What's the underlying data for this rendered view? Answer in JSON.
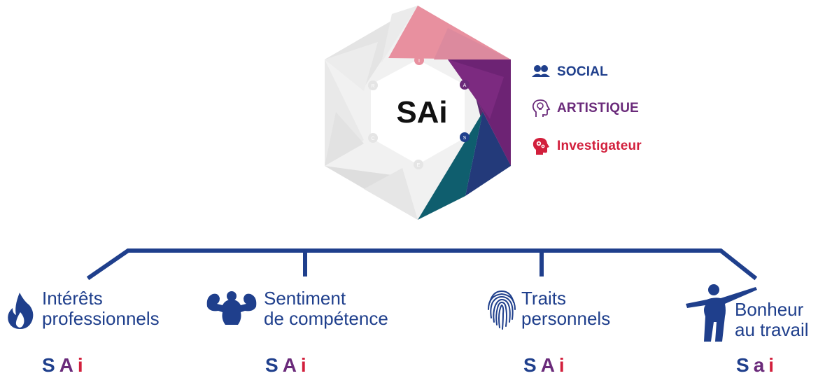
{
  "hexagon": {
    "center_label": "SAi",
    "node_labels": [
      "I",
      "A",
      "S",
      "E",
      "C",
      "R"
    ]
  },
  "legend": [
    {
      "icon": "users-icon",
      "label": "SOCIAL",
      "color": "#1f3f8c"
    },
    {
      "icon": "lightbulb-head-icon",
      "label": "ARTISTIQUE",
      "color": "#6a2a7a"
    },
    {
      "icon": "gears-head-icon",
      "label": "Investigateur",
      "color": "#d21f3c"
    }
  ],
  "colors": {
    "line": "#1f3f8c",
    "s": "#1f3f8c",
    "a": "#6a2a7a",
    "i": "#d21f3c",
    "pink": "#e8a0ad",
    "teal": "#0f5e6e",
    "gray": "#dcdcdc"
  },
  "branches": [
    {
      "icon": "flame-icon",
      "lines": [
        "Intérêts",
        "professionnels"
      ],
      "code": [
        "S",
        "A",
        "i"
      ]
    },
    {
      "icon": "flexing-muscles-icon",
      "lines": [
        "Sentiment",
        "de compétence"
      ],
      "code": [
        "S",
        "A",
        "i"
      ]
    },
    {
      "icon": "fingerprint-icon",
      "lines": [
        "Traits",
        "personnels"
      ],
      "code": [
        "S",
        "A",
        "i"
      ]
    },
    {
      "icon": "celebrating-person-icon",
      "lines": [
        "Bonheur",
        "au travail"
      ],
      "code": [
        "S",
        "a",
        "i"
      ]
    }
  ]
}
